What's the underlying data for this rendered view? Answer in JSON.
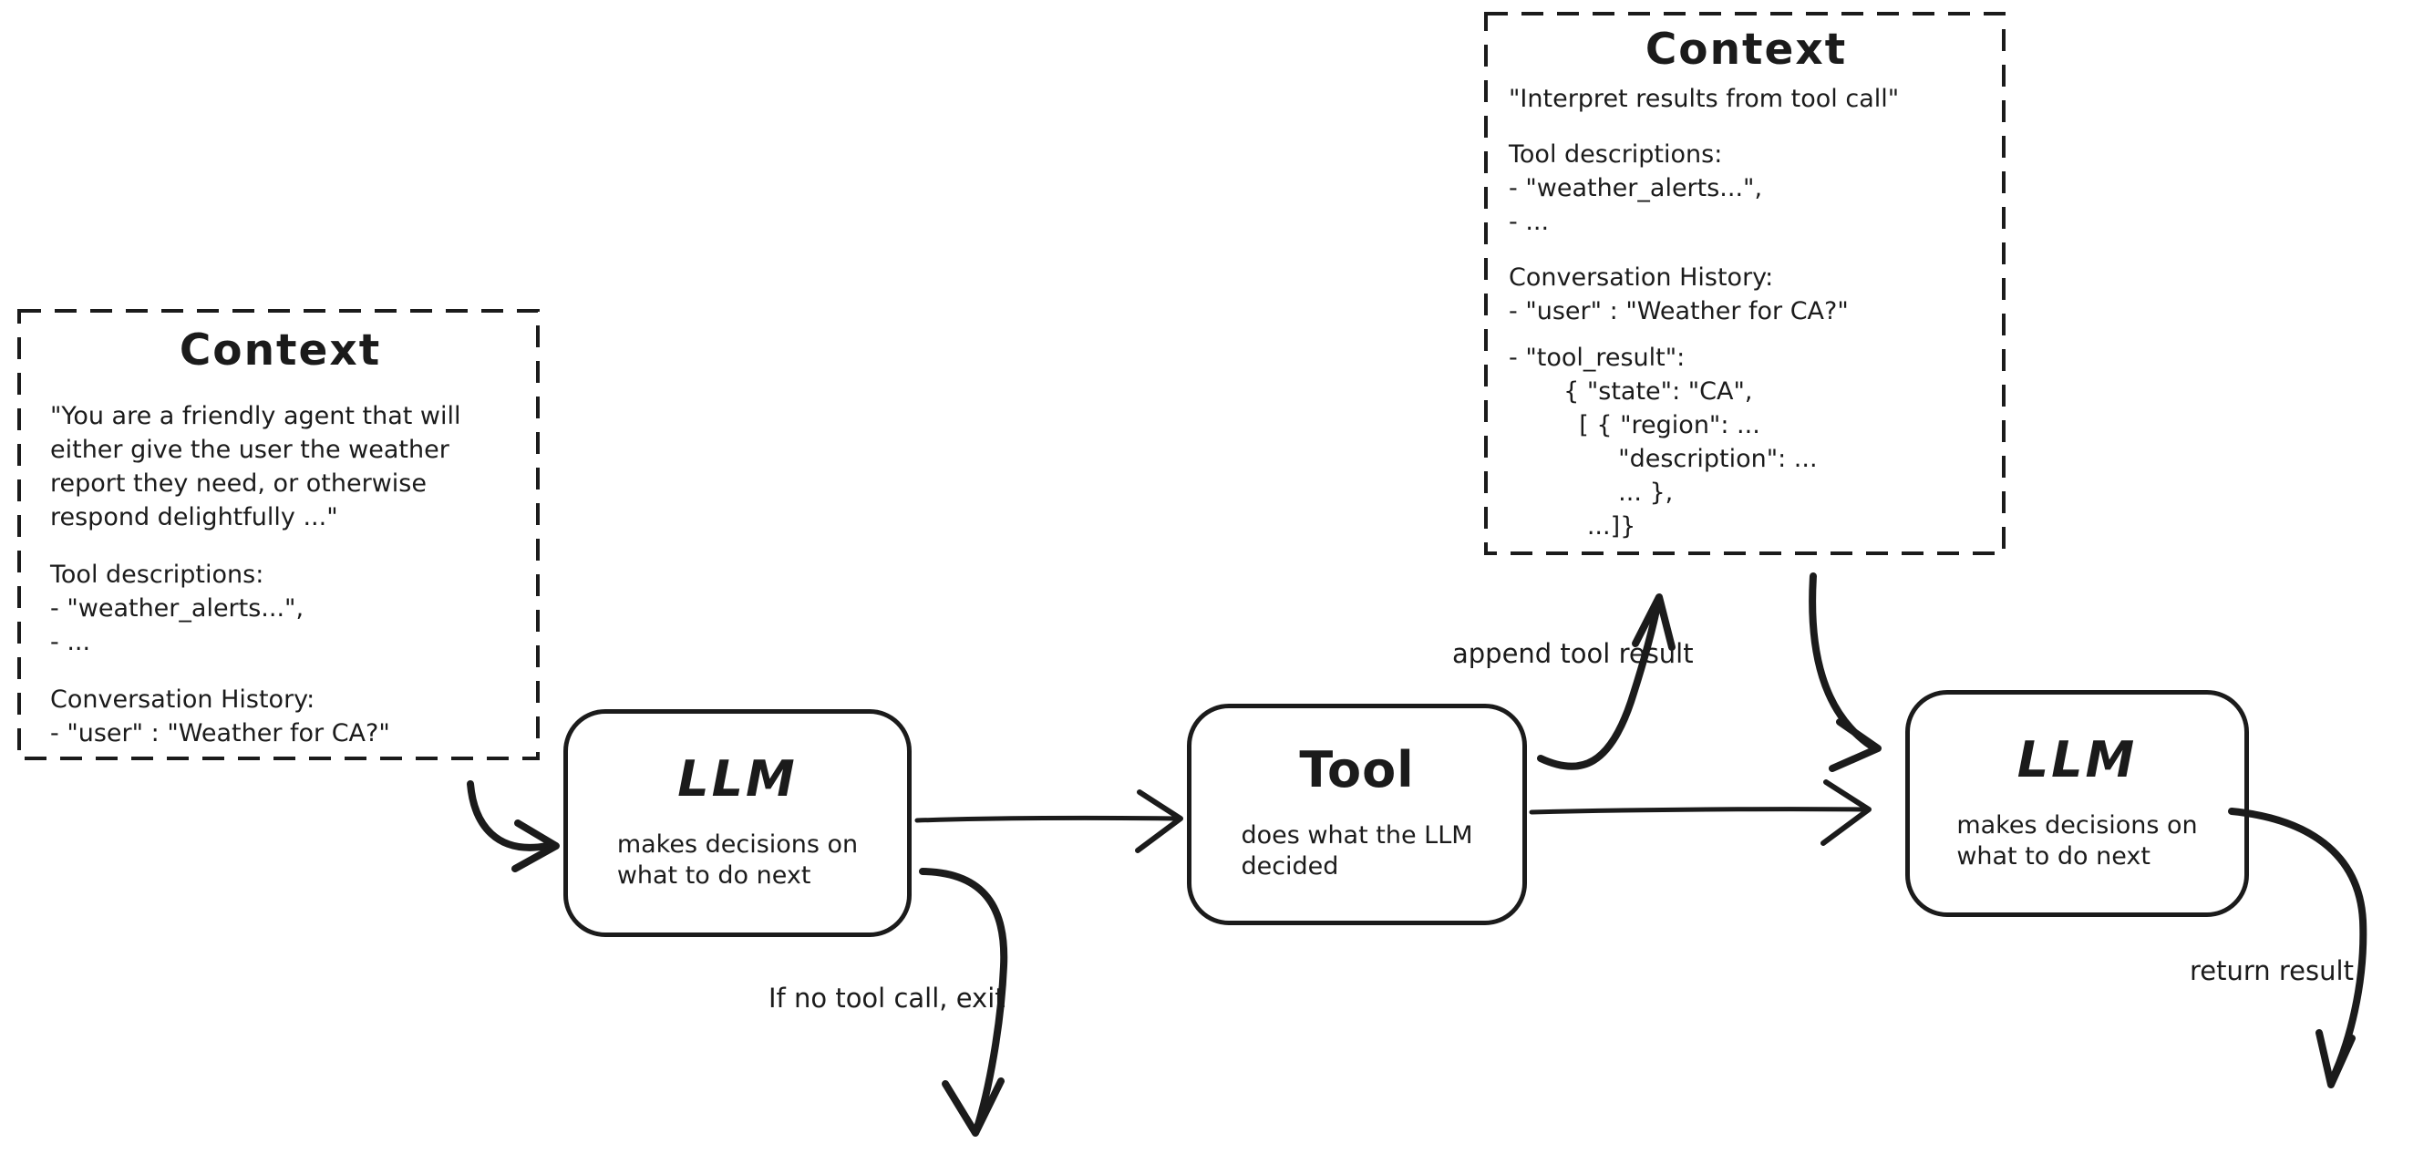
{
  "diagram": {
    "title_semantic": "LLM agent tool-call loop",
    "colors": {
      "ink": "#1b1b1b",
      "background": "#ffffff"
    },
    "nodes": {
      "context_left": {
        "title": "Context",
        "system_prompt": [
          "\"You are a friendly agent that will",
          "either give the user the weather",
          "report they need, or otherwise",
          "respond delightfully ...\""
        ],
        "tool_section": [
          "Tool descriptions:",
          "- \"weather_alerts...\",",
          "- ..."
        ],
        "convo_section": [
          "Conversation History:",
          "- \"user\" : \"Weather for CA?\""
        ]
      },
      "llm_1": {
        "title": "LLM",
        "subtitle": "makes decisions on\nwhat to do next"
      },
      "tool": {
        "title": "Tool",
        "subtitle": "does what the LLM\ndecided"
      },
      "context_right": {
        "title": "Context",
        "instruction": "\"Interpret results from tool call\"",
        "tool_section": [
          "Tool descriptions:",
          "- \"weather_alerts...\",",
          "- ..."
        ],
        "convo_section": [
          "Conversation History:",
          "- \"user\" : \"Weather for CA?\""
        ],
        "tool_result_section": [
          "- \"tool_result\":",
          "       { \"state\": \"CA\",",
          "         [ { \"region\": ...",
          "              \"description\": ...",
          "              ... },",
          "          ...]}"
        ]
      },
      "llm_2": {
        "title": "LLM",
        "subtitle": "makes decisions on\nwhat to do next"
      }
    },
    "labels": {
      "append_tool_result": "append tool result",
      "if_no_tool_call_exit": "If no tool call, exit",
      "return_result": "return result"
    }
  }
}
